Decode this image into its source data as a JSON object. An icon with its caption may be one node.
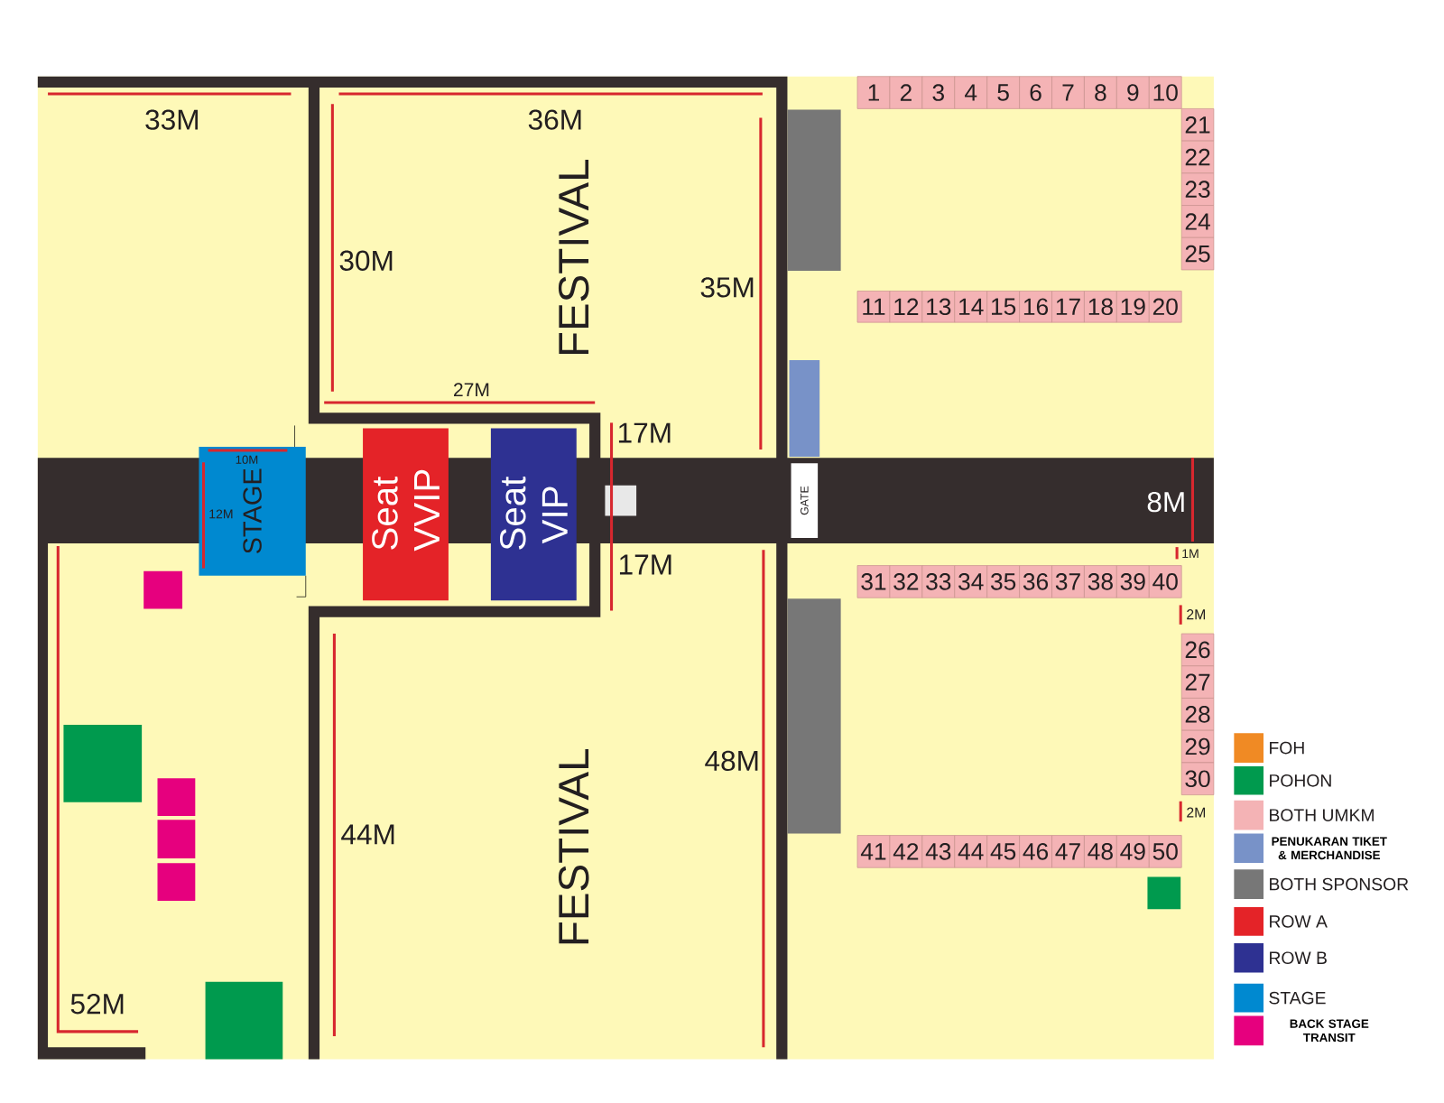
{
  "diagram": {
    "nodes": [
      {
        "text": [
          "STAGE"
        ]
      },
      {
        "text": [
          "Seat VVIP"
        ]
      },
      {
        "text": [
          "Seat VIP"
        ]
      },
      {
        "text": [
          "GATE"
        ]
      },
      {
        "text": [
          "1"
        ]
      },
      {
        "text": [
          "2"
        ]
      },
      {
        "text": [
          "3"
        ]
      },
      {
        "text": [
          "4"
        ]
      },
      {
        "text": [
          "5"
        ]
      },
      {
        "text": [
          "6"
        ]
      },
      {
        "text": [
          "7"
        ]
      },
      {
        "text": [
          "8"
        ]
      },
      {
        "text": [
          "9"
        ]
      },
      {
        "text": [
          "10"
        ]
      },
      {
        "text": [
          "11"
        ]
      },
      {
        "text": [
          "12"
        ]
      },
      {
        "text": [
          "13"
        ]
      },
      {
        "text": [
          "14"
        ]
      },
      {
        "text": [
          "15"
        ]
      },
      {
        "text": [
          "16"
        ]
      },
      {
        "text": [
          "17"
        ]
      },
      {
        "text": [
          "18"
        ]
      },
      {
        "text": [
          "19"
        ]
      },
      {
        "text": [
          "20"
        ]
      },
      {
        "text": [
          "21"
        ]
      },
      {
        "text": [
          "22"
        ]
      },
      {
        "text": [
          "23"
        ]
      },
      {
        "text": [
          "24"
        ]
      },
      {
        "text": [
          "25"
        ]
      },
      {
        "text": [
          "26"
        ]
      },
      {
        "text": [
          "27"
        ]
      },
      {
        "text": [
          "28"
        ]
      },
      {
        "text": [
          "29"
        ]
      },
      {
        "text": [
          "30"
        ]
      },
      {
        "text": [
          "31"
        ]
      },
      {
        "text": [
          "32"
        ]
      },
      {
        "text": [
          "33"
        ]
      },
      {
        "text": [
          "34"
        ]
      },
      {
        "text": [
          "35"
        ]
      },
      {
        "text": [
          "36"
        ]
      },
      {
        "text": [
          "37"
        ]
      },
      {
        "text": [
          "38"
        ]
      },
      {
        "text": [
          "39"
        ]
      },
      {
        "text": [
          "40"
        ]
      },
      {
        "text": [
          "41"
        ]
      },
      {
        "text": [
          "42"
        ]
      },
      {
        "text": [
          "43"
        ]
      },
      {
        "text": [
          "44"
        ]
      },
      {
        "text": [
          "45"
        ]
      },
      {
        "text": [
          "46"
        ]
      },
      {
        "text": [
          "47"
        ]
      },
      {
        "text": [
          "48"
        ]
      },
      {
        "text": [
          "49"
        ]
      },
      {
        "text": [
          "50"
        ]
      },
      {
        "text": [],
        "shape": "box"
      },
      {
        "text": [],
        "shape": "box"
      },
      {
        "text": [],
        "shape": "box"
      },
      {
        "text": [],
        "shape": "box"
      },
      {
        "text": [],
        "shape": "box"
      },
      {
        "text": [],
        "shape": "box"
      },
      {
        "text": [],
        "shape": "box"
      },
      {
        "text": [],
        "shape": "box"
      },
      {
        "text": [],
        "shape": "box"
      },
      {
        "text": [],
        "shape": "box"
      },
      {
        "text": [],
        "shape": "box"
      }
    ],
    "labels": [
      "33M",
      "36M",
      "FESTIVAL",
      "30M",
      "35M",
      "27M",
      "17M",
      "10M",
      "8M",
      "12M",
      "1M",
      "17M",
      "2M",
      "48M",
      "2M",
      "44M",
      "FESTIVAL",
      "52M"
    ],
    "legend": [
      {
        "text": "FOH",
        "color": "#f08a24"
      },
      {
        "text": "POHON",
        "color": "#009a4e"
      },
      {
        "text": "BOTH UMKM",
        "color": "#f4b3b5"
      },
      {
        "text": "PENUKARAN TIKET & MERCHANDISE",
        "color": "#7892c8"
      },
      {
        "text": "BOTH SPONSOR",
        "color": "#777777"
      },
      {
        "text": "ROW A",
        "color": "#e42328"
      },
      {
        "text": "ROW B",
        "color": "#2e3192"
      },
      {
        "text": "STAGE",
        "color": "#0089d0"
      },
      {
        "text": "BACK STAGE TRANSIT",
        "color": "#e6007e"
      }
    ]
  }
}
